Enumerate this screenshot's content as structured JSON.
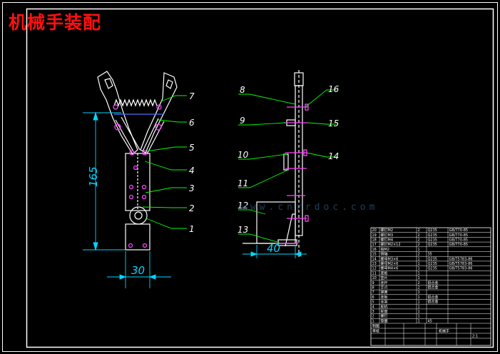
{
  "title": "机械手装配",
  "watermark": "www.cnrrdoc.com",
  "dimensions": {
    "height": "165",
    "width_left": "30",
    "width_right": "40"
  },
  "front_labels": [
    "1",
    "2",
    "3",
    "4",
    "5",
    "6",
    "7"
  ],
  "side_labels": [
    "8",
    "9",
    "10",
    "11",
    "12",
    "13",
    "14",
    "15",
    "16"
  ],
  "bom_rows": [
    {
      "no": "20",
      "name": "螺钉M2",
      "qty": "2",
      "mat": "Q235",
      "std": "GB/T70-85"
    },
    {
      "no": "19",
      "name": "螺钉M3",
      "qty": "2",
      "mat": "Q235",
      "std": "GB/T70-85"
    },
    {
      "no": "18",
      "name": "螺钉M4",
      "qty": "2",
      "mat": "Q235",
      "std": "GB/T70-85"
    },
    {
      "no": "17",
      "name": "螺钉M2×12",
      "qty": "2",
      "mat": "Q235",
      "std": "GB/T70-85"
    },
    {
      "no": "16",
      "name": "销M2",
      "qty": "1",
      "mat": "",
      "std": ""
    },
    {
      "no": "15",
      "name": "销轴",
      "qty": "2",
      "mat": "35",
      "std": ""
    },
    {
      "no": "14",
      "name": "螺母M3×6",
      "qty": "1",
      "mat": "Q235",
      "std": "GB/T5783-86"
    },
    {
      "no": "13",
      "name": "螺母M2×6",
      "qty": "1",
      "mat": "Q235",
      "std": "GB/T5783-86"
    },
    {
      "no": "12",
      "name": "螺母M4×6",
      "qty": "1",
      "mat": "Q235",
      "std": "GB/T5783-86"
    },
    {
      "no": "11",
      "name": "底板",
      "qty": "1",
      "mat": "",
      "std": ""
    },
    {
      "no": "10",
      "name": "垫片",
      "qty": "1",
      "mat": "",
      "std": ""
    },
    {
      "no": "9",
      "name": "连杆",
      "qty": "2",
      "mat": "铝合金",
      "std": ""
    },
    {
      "no": "8",
      "name": "手爪",
      "qty": "2",
      "mat": "铝合金",
      "std": ""
    },
    {
      "no": "7",
      "name": "弹簧",
      "qty": "1",
      "mat": "",
      "std": ""
    },
    {
      "no": "6",
      "name": "连板",
      "qty": "1",
      "mat": "铝合金",
      "std": ""
    },
    {
      "no": "5",
      "name": "支架",
      "qty": "1",
      "mat": "铝合金",
      "std": ""
    },
    {
      "no": "4",
      "name": "舵机",
      "qty": "1",
      "mat": "",
      "std": ""
    },
    {
      "no": "3",
      "name": "舵盘",
      "qty": "1",
      "mat": "",
      "std": ""
    },
    {
      "no": "2",
      "name": "螺钉",
      "qty": "1",
      "mat": "",
      "std": ""
    },
    {
      "no": "1",
      "name": "垫圈",
      "qty": "1",
      "mat": "45",
      "std": ""
    }
  ],
  "title_block": {
    "drawing_name": "机械手",
    "scale": "2:1",
    "label_a": "制图",
    "label_b": "审核"
  },
  "colors": {
    "frame": "#ffffff",
    "part": "#ffffff",
    "leader": "#00ff00",
    "dim": "#00d8ff",
    "fastener": "#ff40ff",
    "title": "#ff1010"
  }
}
